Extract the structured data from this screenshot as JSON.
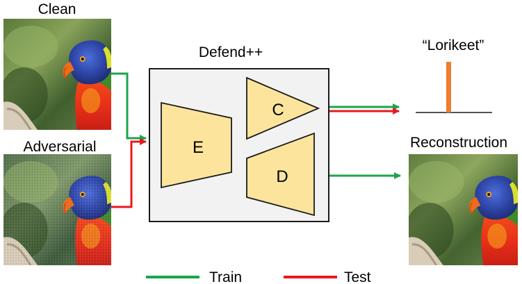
{
  "labels": {
    "clean": "Clean",
    "adversarial": "Adversarial",
    "defend": "Defend++",
    "prediction": "“Lorikeet”",
    "reconstruction": "Reconstruction"
  },
  "modules": {
    "encoder": "E",
    "classifier": "C",
    "decoder": "D"
  },
  "legend": {
    "train": "Train",
    "test": "Test"
  },
  "colors": {
    "train": "#1aa64a",
    "test": "#e8191e",
    "module_fill": "#fde49c",
    "module_stroke": "#1a1a1a",
    "box_fill": "#f2f2f2",
    "prediction_bar": "#ed7d31"
  }
}
